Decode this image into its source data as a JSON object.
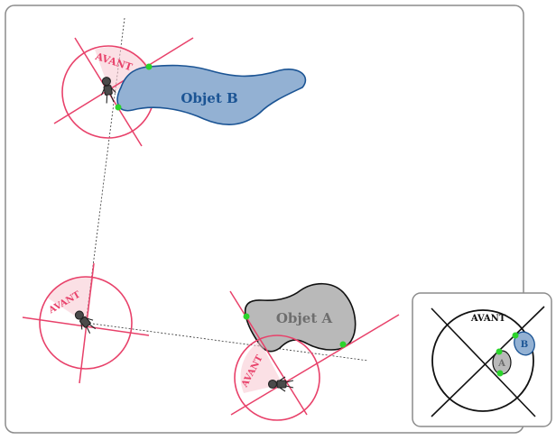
{
  "labels": {
    "object_a": "Objet A",
    "object_b": "Objet B",
    "front": "AVANT",
    "inset_a": "A",
    "inset_b": "B"
  },
  "colors": {
    "frame_stroke": "#8c8c8c",
    "view_circle": "#e8416a",
    "view_fill": "#f7c6d0",
    "object_a_fill": "#b9b9b9",
    "object_a_text": "#6e6e6e",
    "object_b_fill": "#93b1d3",
    "object_b_stroke": "#1b5494",
    "object_b_text": "#1b5494",
    "contact_point": "#2bd42b",
    "figure_body": "#4a4a4a"
  },
  "icons": [
    "observer-figure-icon"
  ]
}
